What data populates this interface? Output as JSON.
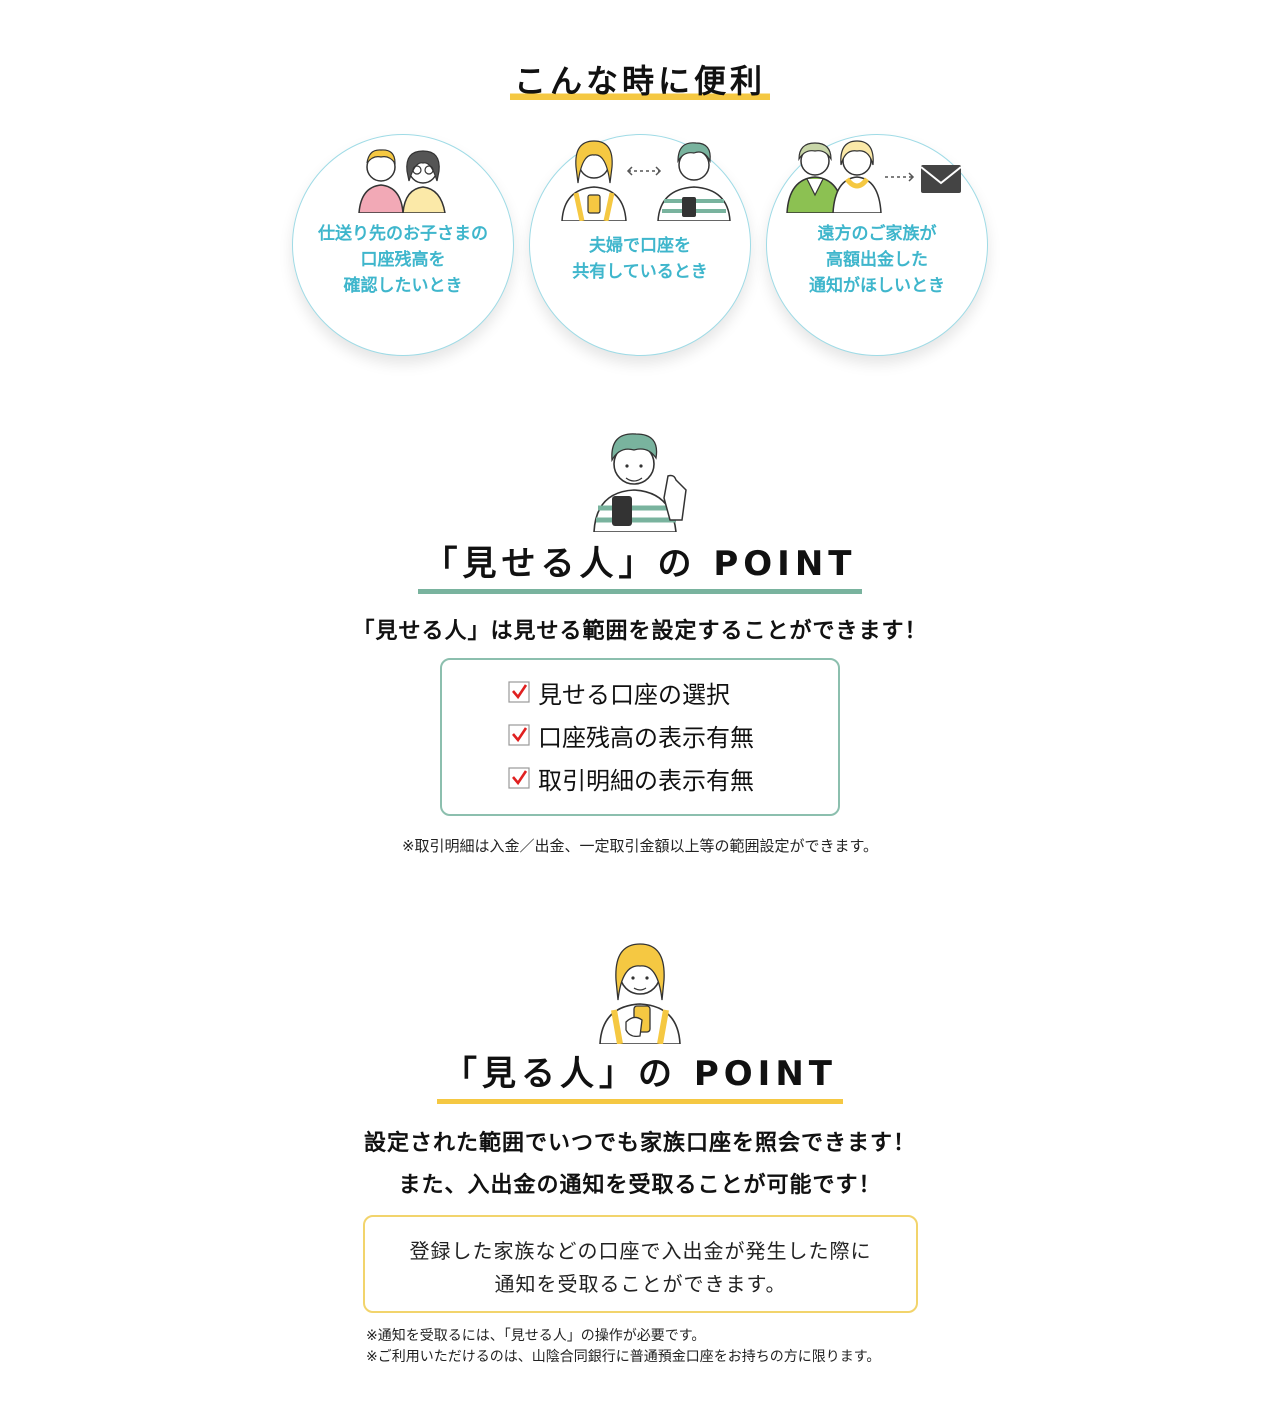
{
  "section_title": "こんな時に便利",
  "cases": [
    {
      "lines": [
        "仕送り先のお子さまの",
        "口座残高を",
        "確認したいとき"
      ],
      "illustration": "parents-icon"
    },
    {
      "lines": [
        "夫婦で口座を",
        "共有しているとき"
      ],
      "illustration": "couple-exchange-icon"
    },
    {
      "lines": [
        "遠方のご家族が",
        "高額出金した",
        "通知がほしいとき"
      ],
      "illustration": "elderly-mail-icon"
    }
  ],
  "sharer": {
    "title": "「見せる人」の POINT",
    "lead": "「見せる人」は見せる範囲を設定することができます！",
    "checks": [
      "見せる口座の選択",
      "口座残高の表示有無",
      "取引明細の表示有無"
    ],
    "note": "※取引明細は入金／出金、一定取引金額以上等の範囲設定ができます。",
    "accent": "#79b39e"
  },
  "viewer": {
    "title": "「見る人」の POINT",
    "lead_lines": [
      "設定された範囲でいつでも家族口座を照会できます！",
      "また、入出金の通知を受取ることが可能です！"
    ],
    "box_lines": [
      "登録した家族などの口座で入出金が発生した際に",
      "通知を受取ることができます。"
    ],
    "notes": [
      "※通知を受取るには、「見せる人」の操作が必要です。",
      "※ご利用いただけるのは、山陰合同銀行に普通預金口座をお持ちの方に限ります。"
    ],
    "accent": "#f5c842"
  },
  "colors": {
    "circle_text": "#3fb6cc",
    "check_red": "#e02020"
  }
}
